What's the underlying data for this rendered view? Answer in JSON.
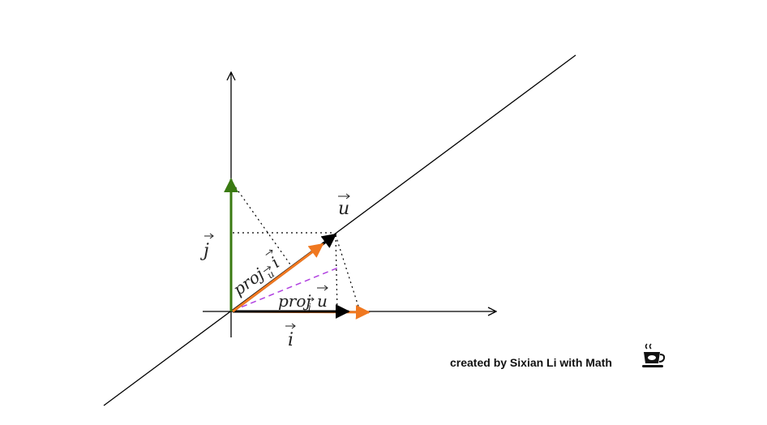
{
  "labels": {
    "u": "u",
    "i": "i",
    "j": "j",
    "proj_u_i_main": "proj",
    "proj_u_i_sub": "u",
    "proj_u_i_vec": "i",
    "proj_i_u_main": "proj",
    "proj_i_u_sub": "i",
    "proj_i_u_vec": "u"
  },
  "credit": {
    "text": "created by Sixian Li with Math",
    "icon": "coffee-cup-icon"
  },
  "colors": {
    "axis": "#000000",
    "line_u": "#000000",
    "vector_i": "#000000",
    "vector_j": "#3a7a12",
    "proj_u_i": "#f07820",
    "proj_i_u": "#f07820",
    "dashed": "#b040e0",
    "dotted": "#000000"
  }
}
